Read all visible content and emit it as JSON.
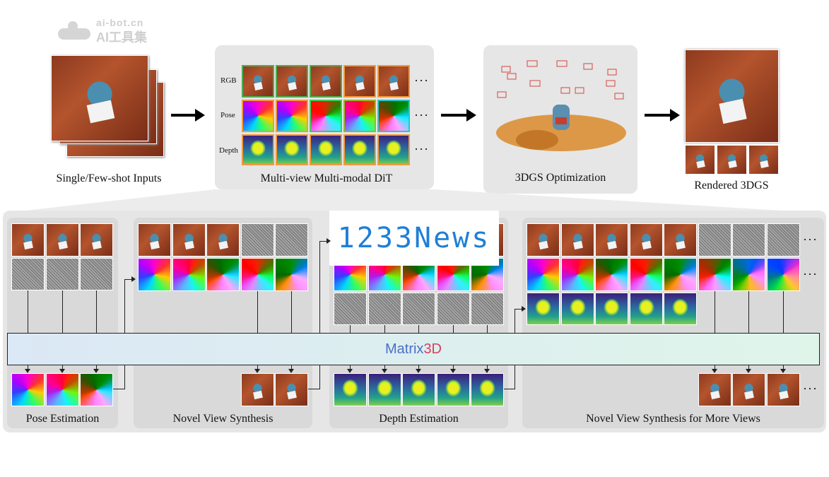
{
  "watermark": {
    "domain": "ai-bot.cn",
    "brand": "AI工具集"
  },
  "stage_captions": {
    "inputs": "Single/Few-shot Inputs",
    "dit": "Multi-view Multi-modal DiT",
    "optim": "3DGS Optimization",
    "rendered": "Rendered 3DGS"
  },
  "dit_rows": [
    "RGB",
    "Pose",
    "Depth"
  ],
  "ellipsis": "···",
  "overlay_banner": "1233News",
  "model_bar": {
    "prefix": "Matrix",
    "suffix": "3D"
  },
  "task_captions": {
    "pose": "Pose Estimation",
    "nvs": "Novel View Synthesis",
    "depth": "Depth Estimation",
    "nvs_more": "Novel View Synthesis for More Views"
  },
  "colors": {
    "rgb_border": "#4caf50",
    "modal_border": "#f39a3b",
    "bar_start": "#dbe8f5",
    "bar_end": "#dff5ea"
  }
}
